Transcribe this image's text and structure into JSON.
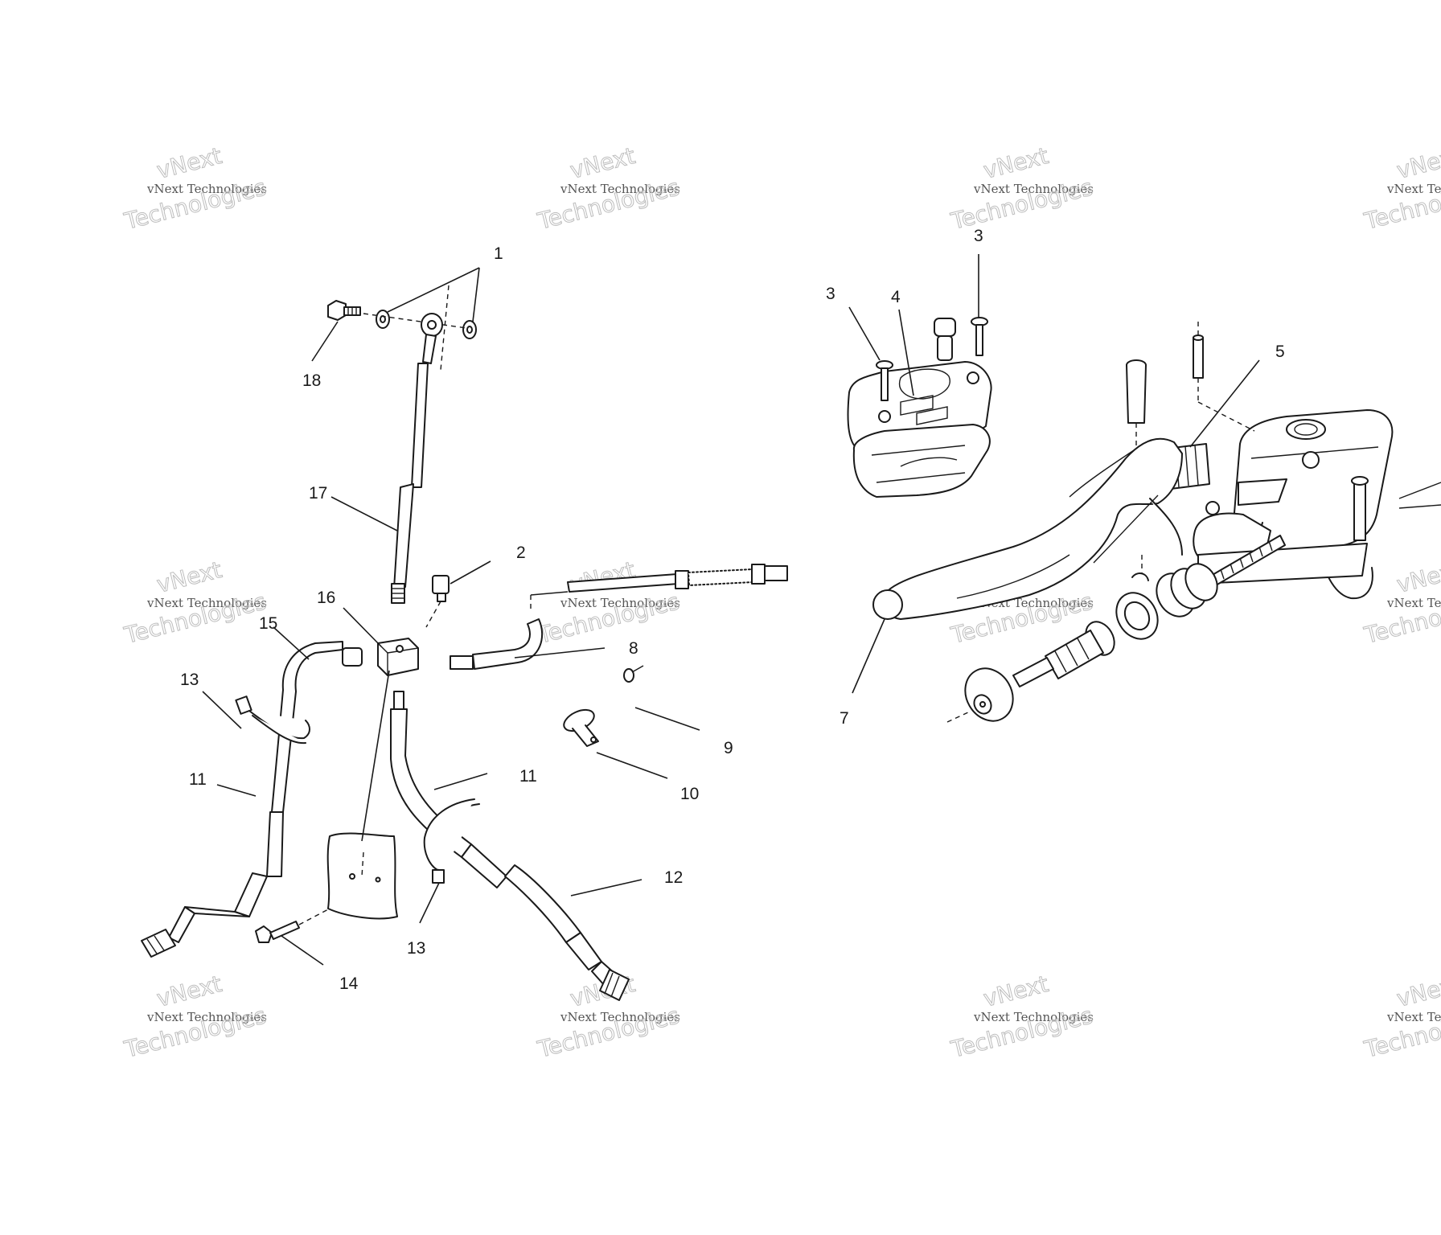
{
  "watermark": {
    "brand": "vNext",
    "name": "vNext Technologies",
    "big": "Technologies"
  },
  "callouts": {
    "c1": "1",
    "c2": "2",
    "c3a": "3",
    "c3b": "3",
    "c4": "4",
    "c5": "5",
    "c7": "7",
    "c8": "8",
    "c9": "9",
    "c10": "10",
    "c11a": "11",
    "c11b": "11",
    "c12": "12",
    "c13a": "13",
    "c13b": "13",
    "c14": "14",
    "c15": "15",
    "c16": "16",
    "c17": "17",
    "c18": "18"
  }
}
